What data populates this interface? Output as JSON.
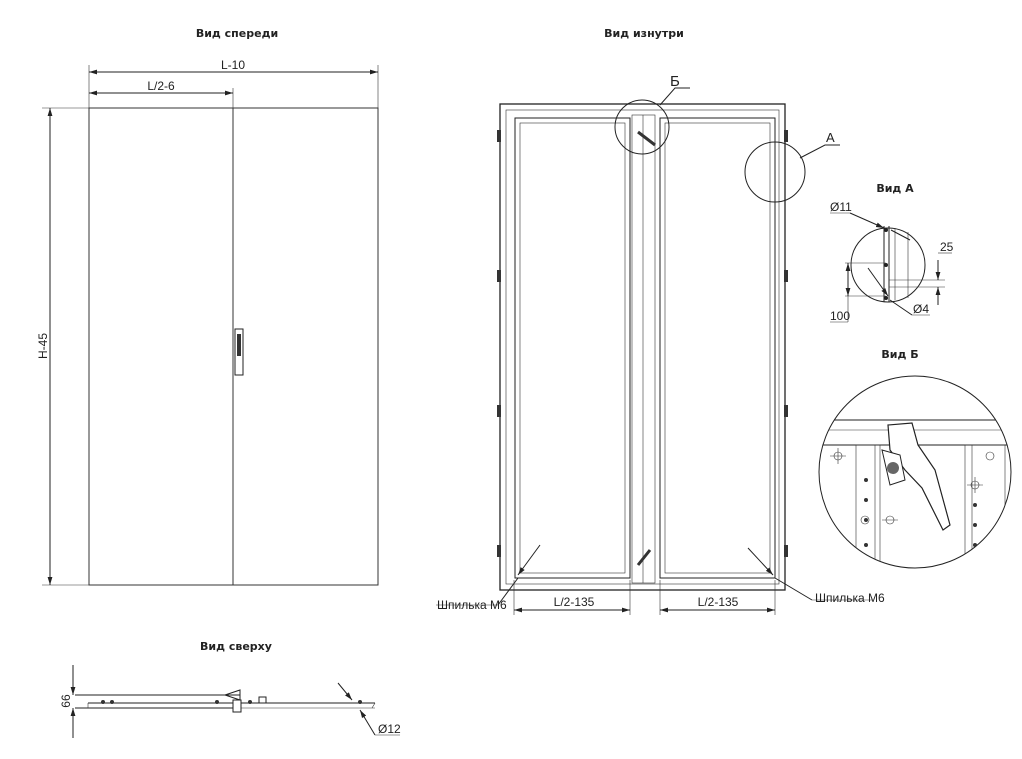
{
  "titles": {
    "front": "Вид спереди",
    "inside": "Вид изнутри",
    "top": "Вид сверху",
    "view_a": "Вид А",
    "view_b": "Вид Б"
  },
  "front": {
    "width_dim": "L-10",
    "half_dim": "L/2-6",
    "height_dim": "H-45"
  },
  "inside": {
    "callout_b": "Б",
    "callout_a": "А",
    "stud_left": "Шпилька М6",
    "stud_right": "Шпилька М6",
    "left_dim": "L/2-135",
    "right_dim": "L/2-135"
  },
  "view_a": {
    "d11": "Ø11",
    "d25": "25",
    "d100": "100",
    "d4": "Ø4"
  },
  "top": {
    "depth_dim": "66",
    "d12": "Ø12"
  }
}
